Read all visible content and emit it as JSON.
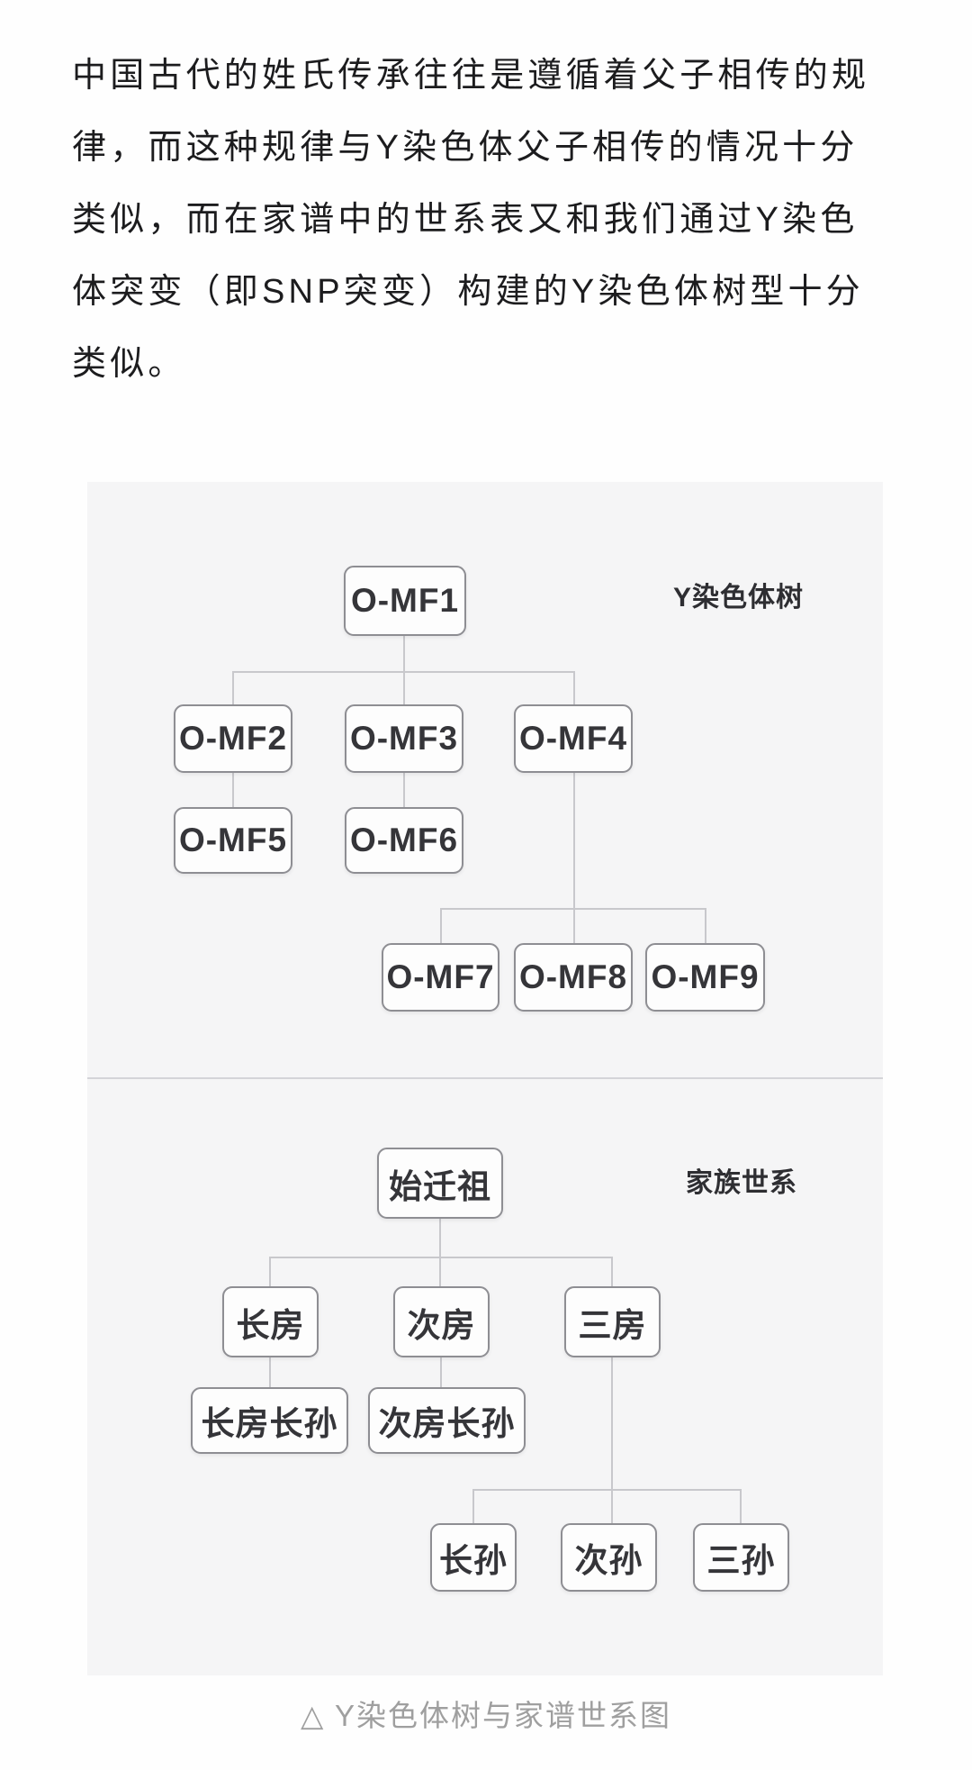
{
  "article": {
    "lines": [
      "中国古代的姓氏传承往往是遵循着父子相传的规",
      "律，而这种规律与Y染色体父子相传的情况十分",
      "类似，而在家谱中的世系表又和我们通过Y染色",
      "体突变（即SNP突变）构建的Y染色体树型十分",
      "类似。"
    ]
  },
  "figure": {
    "caption": "△ Y染色体树与家谱世系图",
    "y_tree": {
      "title": "Y染色体树",
      "nodes": [
        "O-MF1",
        "O-MF2",
        "O-MF3",
        "O-MF4",
        "O-MF5",
        "O-MF6",
        "O-MF7",
        "O-MF8",
        "O-MF9"
      ],
      "edges": [
        [
          "O-MF1",
          "O-MF2"
        ],
        [
          "O-MF1",
          "O-MF3"
        ],
        [
          "O-MF1",
          "O-MF4"
        ],
        [
          "O-MF2",
          "O-MF5"
        ],
        [
          "O-MF3",
          "O-MF6"
        ],
        [
          "O-MF4",
          "O-MF7"
        ],
        [
          "O-MF4",
          "O-MF8"
        ],
        [
          "O-MF4",
          "O-MF9"
        ]
      ]
    },
    "family_tree": {
      "title": "家族世系",
      "nodes": [
        "始迁祖",
        "长房",
        "次房",
        "三房",
        "长房长孙",
        "次房长孙",
        "长孙",
        "次孙",
        "三孙"
      ],
      "edges": [
        [
          "始迁祖",
          "长房"
        ],
        [
          "始迁祖",
          "次房"
        ],
        [
          "始迁祖",
          "三房"
        ],
        [
          "长房",
          "长房长孙"
        ],
        [
          "次房",
          "次房长孙"
        ],
        [
          "三房",
          "长孙"
        ],
        [
          "三房",
          "次孙"
        ],
        [
          "三房",
          "三孙"
        ]
      ]
    },
    "colors": {
      "panel_bg": "#f5f5f6",
      "node_bg": "#fdfdfd",
      "node_border": "#8e8e93",
      "connector": "#c8c8cc",
      "divider": "#d4d4d8",
      "node_text": "#353539",
      "body_text": "#1c1c1e",
      "caption_text": "#9f9f9f"
    }
  }
}
